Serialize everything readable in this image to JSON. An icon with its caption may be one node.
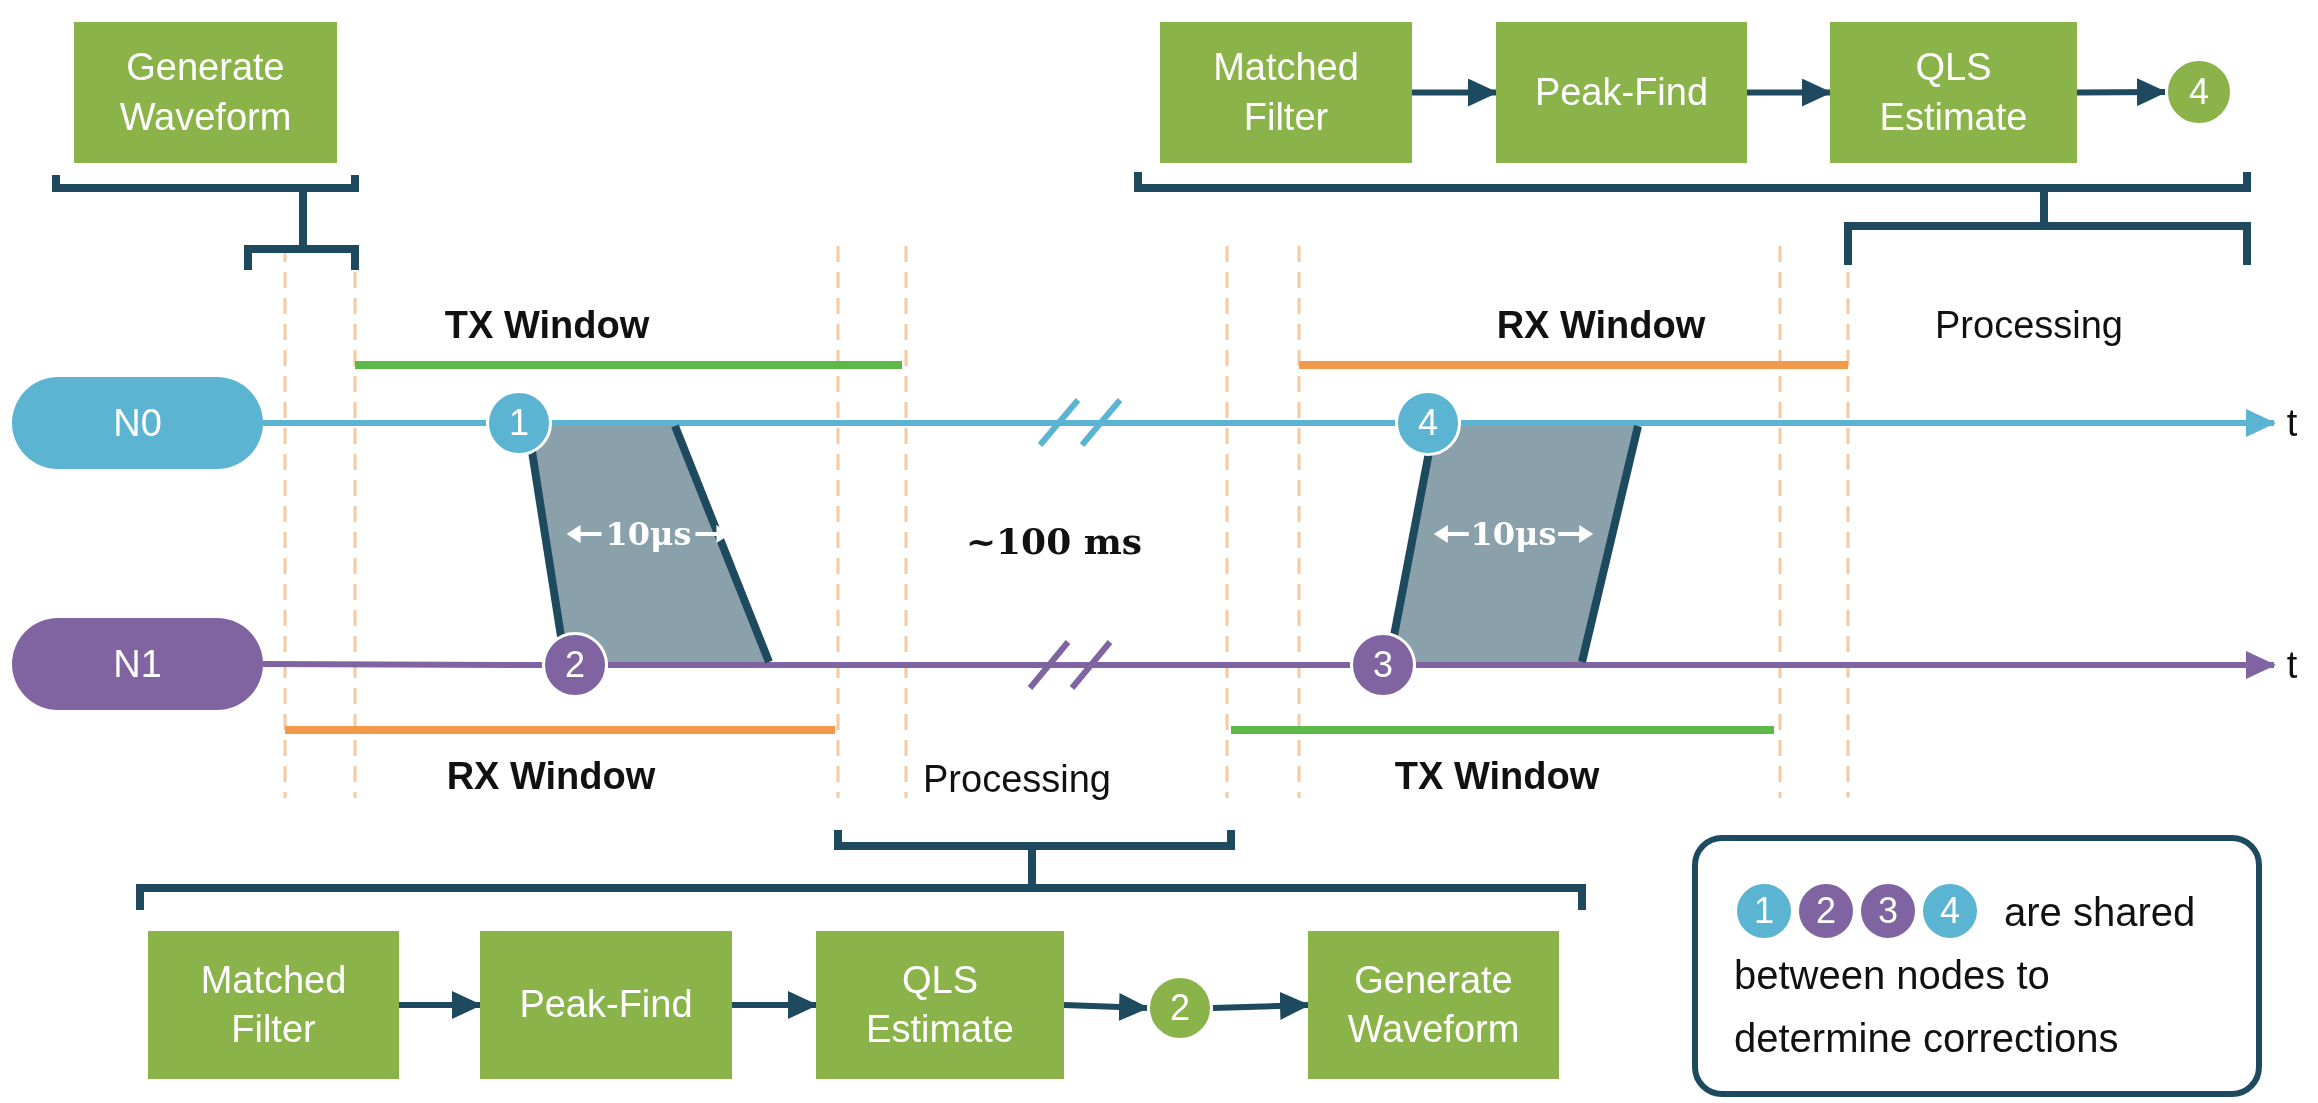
{
  "diagram": {
    "nodes": [
      {
        "text": [
          "Generate Waveform"
        ]
      },
      {
        "text": [
          "Matched Filter"
        ]
      },
      {
        "text": [
          "Peak-Find"
        ]
      },
      {
        "text": [
          "QLS Estimate"
        ]
      },
      {
        "text": [
          "4"
        ]
      },
      {
        "text": [
          "N0"
        ]
      },
      {
        "text": [
          "1"
        ]
      },
      {
        "text": [
          "4"
        ]
      },
      {
        "text": [
          "10μs"
        ]
      },
      {
        "text": [
          "10μs"
        ]
      },
      {
        "text": [
          "N1"
        ]
      },
      {
        "text": [
          "2"
        ]
      },
      {
        "text": [
          "3"
        ]
      },
      {
        "text": [
          "Matched Filter"
        ]
      },
      {
        "text": [
          "Peak-Find"
        ]
      },
      {
        "text": [
          "QLS Estimate"
        ]
      },
      {
        "text": [
          "2"
        ]
      },
      {
        "text": [
          "Generate Waveform"
        ]
      },
      {
        "text": [
          "are shared between nodes to determine corrections"
        ]
      },
      {
        "text": [
          "1"
        ],
        "in": 18
      },
      {
        "text": [
          "2"
        ],
        "in": 18
      },
      {
        "text": [
          "3"
        ],
        "in": 18
      },
      {
        "text": [
          "4"
        ],
        "in": 18
      },
      {
        "text": [
          "t"
        ]
      },
      {
        "text": [
          "t"
        ]
      }
    ],
    "edges": [
      {
        "from": 5,
        "to": 6,
        "arrow": "none",
        "color": "#5ab4d2"
      },
      {
        "from": 6,
        "to": 7,
        "arrow": "none",
        "color": "#5ab4d2"
      },
      {
        "from": 7,
        "to": 23,
        "arrow": "to",
        "color": "#5ab4d2"
      },
      {
        "from": 10,
        "to": 11,
        "arrow": "none",
        "color": "#8064a2"
      },
      {
        "from": 11,
        "to": 12,
        "arrow": "none",
        "color": "#8064a2"
      },
      {
        "from": 12,
        "to": 24,
        "arrow": "to",
        "color": "#8064a2"
      },
      {
        "from": 1,
        "to": 2,
        "arrow": "to"
      },
      {
        "from": 2,
        "to": 3,
        "arrow": "to"
      },
      {
        "from": 3,
        "to": 4,
        "arrow": "to"
      },
      {
        "from": 13,
        "to": 14,
        "arrow": "to"
      },
      {
        "from": 14,
        "to": 15,
        "arrow": "to"
      },
      {
        "from": 15,
        "to": 16,
        "arrow": "to"
      },
      {
        "from": 16,
        "to": 17,
        "arrow": "to"
      }
    ],
    "labels": [
      "TX Window",
      "RX Window",
      "Processing",
      "~100 ms",
      "RX Window",
      "Processing",
      "TX Window"
    ]
  }
}
